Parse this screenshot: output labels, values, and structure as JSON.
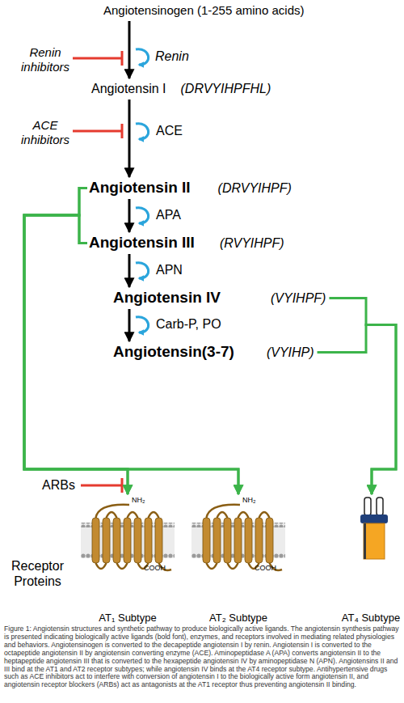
{
  "diagram": {
    "caption": "Figure 1: Angiotensin structures and synthetic pathway to produce biologically active ligands. The angiotensin synthesis pathway is presented indicating biologically active ligands (bold font), enzymes, and receptors involved in mediating related physiologies and behaviors. Angiotensinogen is converted to the decapeptide angiotensin I by renin. Angiotensin I is converted to the octapeptide angiotensin II by angiotensin converting enzyme (ACE). Aminopeptidase A (APA) converts angiotensin II to the heptapeptide angiotensin III that is converted to the hexapeptide angiotensin IV by aminopeptidase N (APN). Angiotensins II and III bind at the AT1 and AT2 receptor subtypes; while angiotensin IV binds at the AT4 receptor subtype. Antihypertensive drugs such as ACE inhibitors act to interfere with conversion of angiotensin I to the biologically active form angiotensin II, and angiotensin receptor blockers (ARBs) act as antagonists at the AT1 receptor thus preventing angiotensin II binding.",
    "nodes": [
      {
        "text": [
          "Angiotensinogen (1-255 amino acids)"
        ]
      },
      {
        "text": [
          "Angiotensin I",
          "(DRVYIHPFHL)"
        ]
      },
      {
        "text": [
          "Angiotensin II",
          "(DRVYIHPF)"
        ]
      },
      {
        "text": [
          "Angiotensin III",
          "(RVYIHPF)"
        ]
      },
      {
        "text": [
          "Angiotensin IV",
          "(VYIHPF)"
        ]
      },
      {
        "text": [
          "Angiotensin(3-7)",
          "(VYIHP)"
        ]
      },
      {
        "text": [
          "AT₁ Subtype"
        ]
      },
      {
        "text": [
          "AT₂ Subtype"
        ]
      },
      {
        "text": [
          "AT₄ Subtype"
        ]
      }
    ],
    "edges": [
      {
        "from": 0,
        "to": 1,
        "arrow": "to"
      },
      {
        "from": 1,
        "to": 2,
        "arrow": "to"
      },
      {
        "from": 2,
        "to": 3,
        "arrow": "to"
      },
      {
        "from": 3,
        "to": 4,
        "arrow": "to"
      },
      {
        "from": 4,
        "to": 5,
        "arrow": "to"
      },
      {
        "from": 2,
        "to": 6,
        "arrow": "to"
      },
      {
        "from": 2,
        "to": 7,
        "arrow": "to"
      },
      {
        "from": 3,
        "to": 6,
        "arrow": "to"
      },
      {
        "from": 3,
        "to": 7,
        "arrow": "to"
      },
      {
        "from": 4,
        "to": 8,
        "arrow": "to"
      },
      {
        "from": 5,
        "to": 8,
        "arrow": "to"
      }
    ],
    "labels": [
      "Renin inhibitors",
      "Renin",
      "ACE inhibitors",
      "ACE",
      "APA",
      "APN",
      "Carb-P, PO",
      "ARBs",
      "Receptor Proteins",
      "NH₂",
      "COOH",
      "NH₂",
      "COOH"
    ]
  }
}
